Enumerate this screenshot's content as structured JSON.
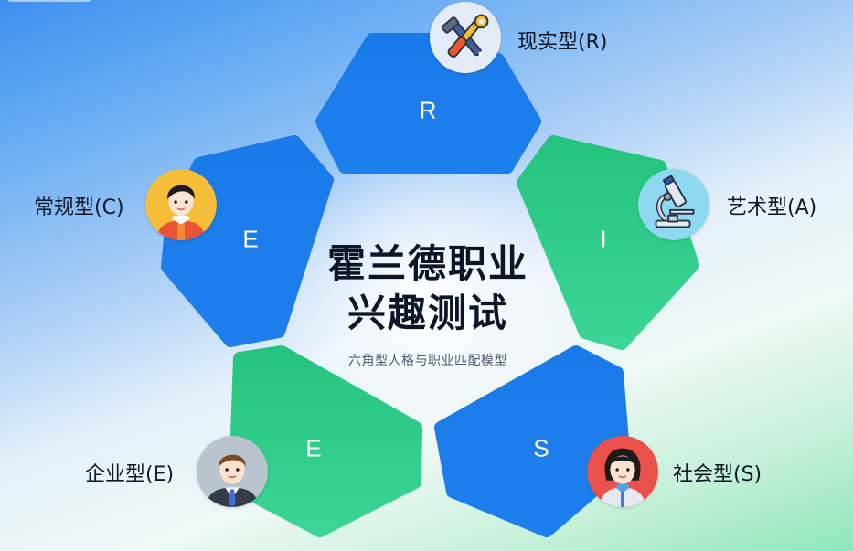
{
  "title": {
    "line1": "霍兰德职业",
    "line2": "兴趣测试",
    "subtitle": "六角型人格与职业匹配模型"
  },
  "colors": {
    "blue": "#1677e8",
    "green": "#2ccb86",
    "background_top": "#3d8fef",
    "background_bottom": "#8ee6bb",
    "title_text": "#0d1526"
  },
  "segments": [
    {
      "id": "R",
      "letter": "R",
      "color": "blue"
    },
    {
      "id": "I",
      "letter": "I",
      "color": "green"
    },
    {
      "id": "S",
      "letter": "S",
      "color": "blue"
    },
    {
      "id": "E-bottom",
      "letter": "E",
      "color": "green"
    },
    {
      "id": "E-left",
      "letter": "E",
      "color": "blue"
    }
  ],
  "types": [
    {
      "label": "现实型(R)",
      "icon": "tools-icon"
    },
    {
      "label": "艺术型(A)",
      "icon": "microscope-icon"
    },
    {
      "label": "社会型(S)",
      "icon": "woman-avatar-icon"
    },
    {
      "label": "企业型(E)",
      "icon": "businessman-avatar-icon"
    },
    {
      "label": "常规型(C)",
      "icon": "boy-avatar-icon"
    }
  ]
}
